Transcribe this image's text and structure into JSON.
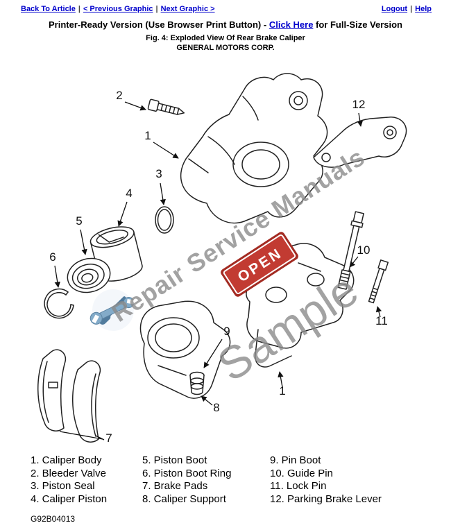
{
  "header": {
    "sep": "|",
    "nav_left": [
      {
        "label": "Back To Article"
      },
      {
        "label": "< Previous Graphic"
      },
      {
        "label": "Next Graphic >"
      }
    ],
    "nav_right": [
      {
        "label": "Logout"
      },
      {
        "label": "Help"
      }
    ],
    "printer_line": {
      "prefix": "Printer-Ready Version (Use Browser Print Button) - ",
      "link_label": "Click Here",
      "suffix": " for Full-Size Version"
    },
    "figure_caption": "Fig. 4: Exploded View Of Rear Brake Caliper",
    "manufacturer": "GENERAL MOTORS CORP."
  },
  "diagram": {
    "watermark_primary": "Repair Service Manuals",
    "watermark_secondary": "Sample",
    "open_badge": "OPEN",
    "callouts": {
      "caliper_body": "1",
      "bleeder_valve": "2",
      "piston_seal": "3",
      "caliper_piston": "4",
      "piston_boot": "5",
      "piston_boot_ring": "6",
      "brake_pads": "7",
      "caliper_support": "8",
      "pin_boot": "9",
      "guide_pin": "10",
      "lock_pin": "11",
      "parking_brake_lever": "12",
      "caliper_body_2": "1"
    }
  },
  "legend": {
    "col1": [
      "1. Caliper Body",
      "2. Bleeder Valve",
      "3. Piston Seal",
      "4. Caliper Piston"
    ],
    "col2": [
      "5. Piston Boot",
      "6. Piston Boot Ring",
      "7. Brake Pads",
      "8. Caliper Support"
    ],
    "col3": [
      "9. Pin Boot",
      "10. Guide Pin",
      "11. Lock Pin",
      "12. Parking Brake Lever"
    ]
  },
  "footer": {
    "figure_id": "G92B04013"
  }
}
